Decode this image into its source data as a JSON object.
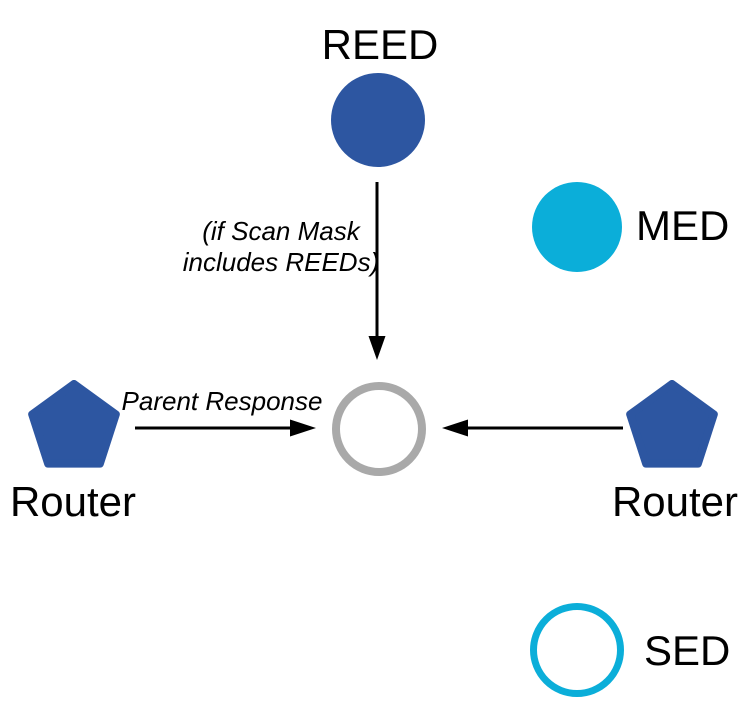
{
  "colors": {
    "router_blue": "#2D56A1",
    "device_cyan": "#0BAED9",
    "joiner_gray": "#A9A9A9",
    "arrow_black": "#000000",
    "text": "#000000",
    "background": "#FFFFFF"
  },
  "nodes": {
    "reed": {
      "label": "REED",
      "icon": "filled-circle",
      "color_key": "router_blue"
    },
    "med": {
      "label": "MED",
      "icon": "filled-circle",
      "color_key": "device_cyan"
    },
    "sed": {
      "label": "SED",
      "icon": "outlined-circle",
      "color_key": "device_cyan"
    },
    "router_left": {
      "label": "Router",
      "icon": "pentagon",
      "color_key": "router_blue"
    },
    "router_right": {
      "label": "Router",
      "icon": "pentagon",
      "color_key": "router_blue"
    },
    "center_device": {
      "icon": "outlined-circle",
      "color_key": "joiner_gray"
    }
  },
  "annotations": {
    "scan_mask_line1": "(if Scan Mask",
    "scan_mask_line2": "includes REEDs)",
    "parent_response": "Parent Response"
  }
}
